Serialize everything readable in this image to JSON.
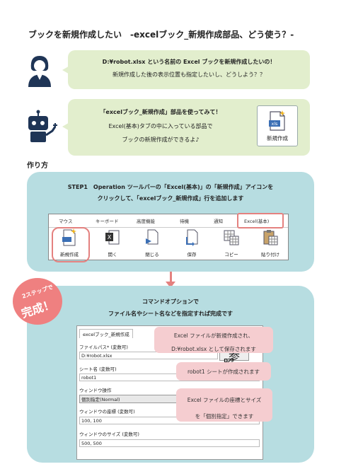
{
  "title": "ブックを新規作成したい　-excelブック_新規作成部品、どう使う？-",
  "bubble_user": {
    "line1": "D:¥robot.xlsx という名前の Excel ブックを新規作成したいの！",
    "line2": "新規作成した後の表示位置も指定したいし、どうしよう？？"
  },
  "bubble_robot": {
    "line1": "「excelブック_新規作成」部品を使ってみて！",
    "line2": "Excel(基本)タブの中に入っている部品で",
    "line3": "ブックの新規作成ができるよ♪"
  },
  "new_icon_card": {
    "icon_text": "xls",
    "label": "新規作成"
  },
  "howto_heading": "作り方",
  "step1": {
    "line1": "STEP1　Operation ツールバーの「Excel(基本)」の「新規作成」アイコンを",
    "line2": "クリックして、「excelブック_新規作成」行を追加します"
  },
  "toolbar": {
    "tabs": [
      "マウス",
      "キーボード",
      "高度機能",
      "待機",
      "通知",
      "Excel(基本)"
    ],
    "tools": [
      "新規作成",
      "開く",
      "閉じる",
      "保存",
      "コピー",
      "貼り付け"
    ]
  },
  "badge": {
    "line1": "2ステップで",
    "line2": "完成！"
  },
  "options_title": {
    "line1": "コマンドオプションで",
    "line2": "ファイル名やシート名などを指定すれば完成です"
  },
  "form": {
    "tab": "excelブック_新規作成",
    "file_path_label": "ファイルパス* (変数可)",
    "file_path_value": "D:¥robot.xlsx",
    "browse_button": "参照...",
    "sheet_label": "シート名 (変数可)",
    "sheet_value": "robot1",
    "window_op_label": "ウィンドウ操作",
    "window_op_value": "個別指定(Normal)",
    "window_pos_label": "ウィンドウの座標 (変数可)",
    "window_pos_value": "100, 100",
    "window_size_label": "ウィンドウのサイズ (変数可)",
    "window_size_value": "500, 500"
  },
  "callouts": {
    "c1_line1": "Excel ファイルが新規作成され、",
    "c1_line2": "D:¥robot.xlsx として保存されます",
    "c2": "robot1 シートが作成されます",
    "c3_line1": "Excel ファイルの座標とサイズ",
    "c3_line2": "を「個別指定」できます"
  },
  "colors": {
    "bubble": "#e2eecd",
    "panel": "#b7dde1",
    "accent": "#e4817f",
    "callout": "#f5cdd0",
    "badge": "#ef8080"
  }
}
